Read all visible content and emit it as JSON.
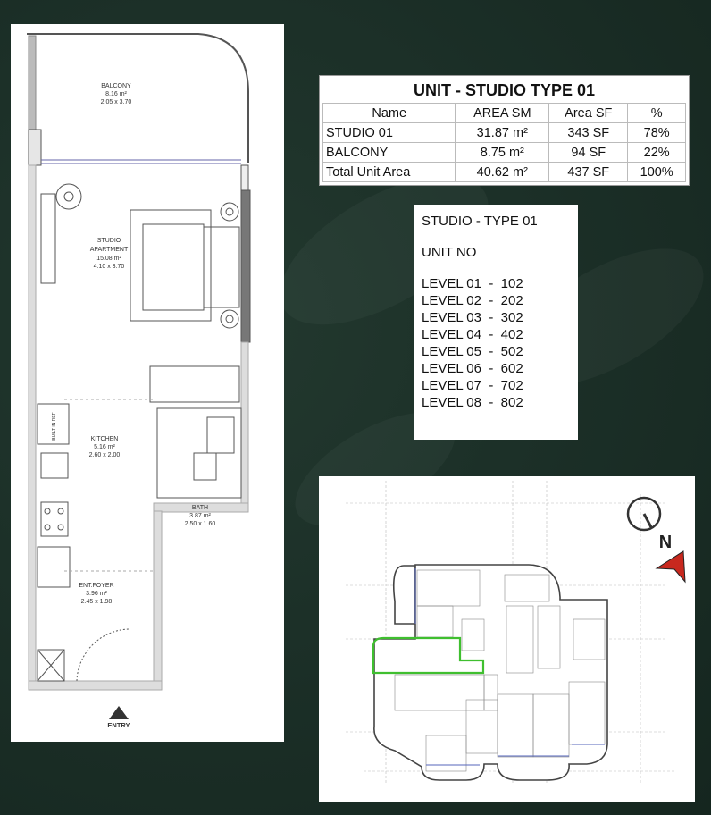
{
  "floor_plan": {
    "rooms": [
      {
        "name": "BALCONY",
        "area": "8.16 m²",
        "dims": "2.05 x 3.70"
      },
      {
        "name": "STUDIO",
        "name2": "APARTMENT",
        "area": "15.08 m²",
        "dims": "4.10 x 3.70"
      },
      {
        "name": "KITCHEN",
        "area": "5.16 m²",
        "dims": "2.60 x 2.00"
      },
      {
        "name": "BATH",
        "area": "3.87 m²",
        "dims": "2.50 x 1.60"
      },
      {
        "name": "ENT.FOYER",
        "area": "3.96 m²",
        "dims": "2.45 x 1.98"
      }
    ],
    "fridge_label": "BUILT IN REF",
    "entry_label": "ENTRY"
  },
  "area_table": {
    "title": "UNIT - STUDIO TYPE 01",
    "headers": [
      "Name",
      "AREA SM",
      "Area SF",
      "%"
    ],
    "rows": [
      [
        "STUDIO 01",
        "31.87 m²",
        "343 SF",
        "78%"
      ],
      [
        "BALCONY",
        "8.75 m²",
        "94 SF",
        "22%"
      ],
      [
        "Total Unit Area",
        "40.62 m²",
        "437 SF",
        "100%"
      ]
    ]
  },
  "unit_list": {
    "title": "STUDIO - TYPE 01",
    "subtitle": "UNIT NO",
    "levels": [
      "LEVEL 01  -  102",
      "LEVEL 02  -  202",
      "LEVEL 03  -  302",
      "LEVEL 04  -  402",
      "LEVEL 05  -  502",
      "LEVEL 06  -  602",
      "LEVEL 07  -  702",
      "LEVEL 08  -  802"
    ]
  },
  "key_plan": {
    "north_label": "N",
    "highlight_color": "#3fbf2f",
    "north_arrow_color": "#c8281e"
  }
}
